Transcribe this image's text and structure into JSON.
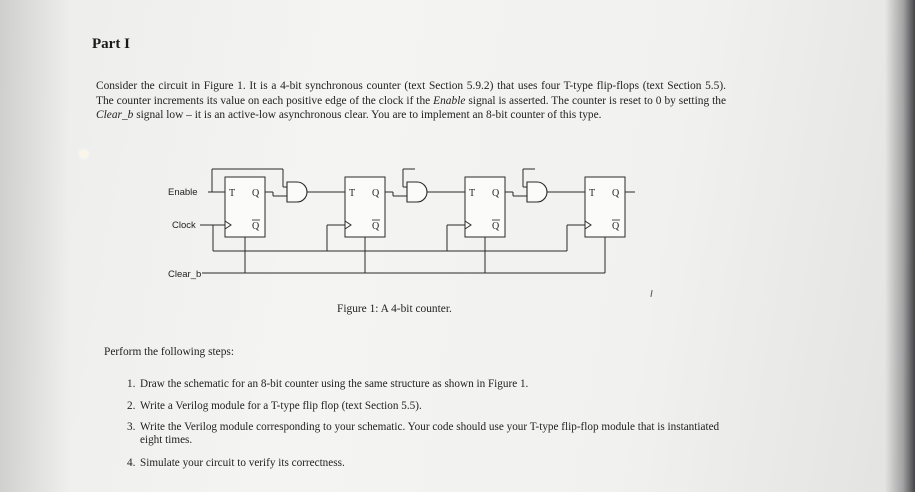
{
  "title": "Part I",
  "paragraph": {
    "p1": "Consider the circuit in Figure 1. It is a 4-bit synchronous counter (text Section 5.9.2) that uses four T-type flip-flops (text Section 5.5). The counter increments its value on each positive edge of the clock if the ",
    "enable_word": "Enable",
    "p2": " signal is asserted. The counter is reset to 0 by setting the ",
    "clear_word": "Clear_b",
    "p3": " signal low – it is an active-low asynchronous clear. You are to implement an 8-bit counter of this type."
  },
  "figure": {
    "enable_label": "Enable",
    "clock_label": "Clock",
    "clear_label": "Clear_b",
    "ff_t": "T",
    "ff_q": "Q",
    "ff_qbar": "Q",
    "flip_flop_count": 4,
    "caption": "Figure 1: A 4-bit counter."
  },
  "steps_intro": "Perform the following steps:",
  "steps": [
    {
      "num": "1.",
      "text": "Draw the schematic for an 8-bit counter using the same structure as shown in Figure 1."
    },
    {
      "num": "2.",
      "text": "Write a Verilog module for a T-type flip flop (text Section 5.5)."
    },
    {
      "num": "3.",
      "text": "Write the Verilog module corresponding to your schematic. Your code should use your T-type flip-flop module that is instantiated eight times."
    },
    {
      "num": "4.",
      "text": "Simulate your circuit to verify its correctness."
    }
  ]
}
